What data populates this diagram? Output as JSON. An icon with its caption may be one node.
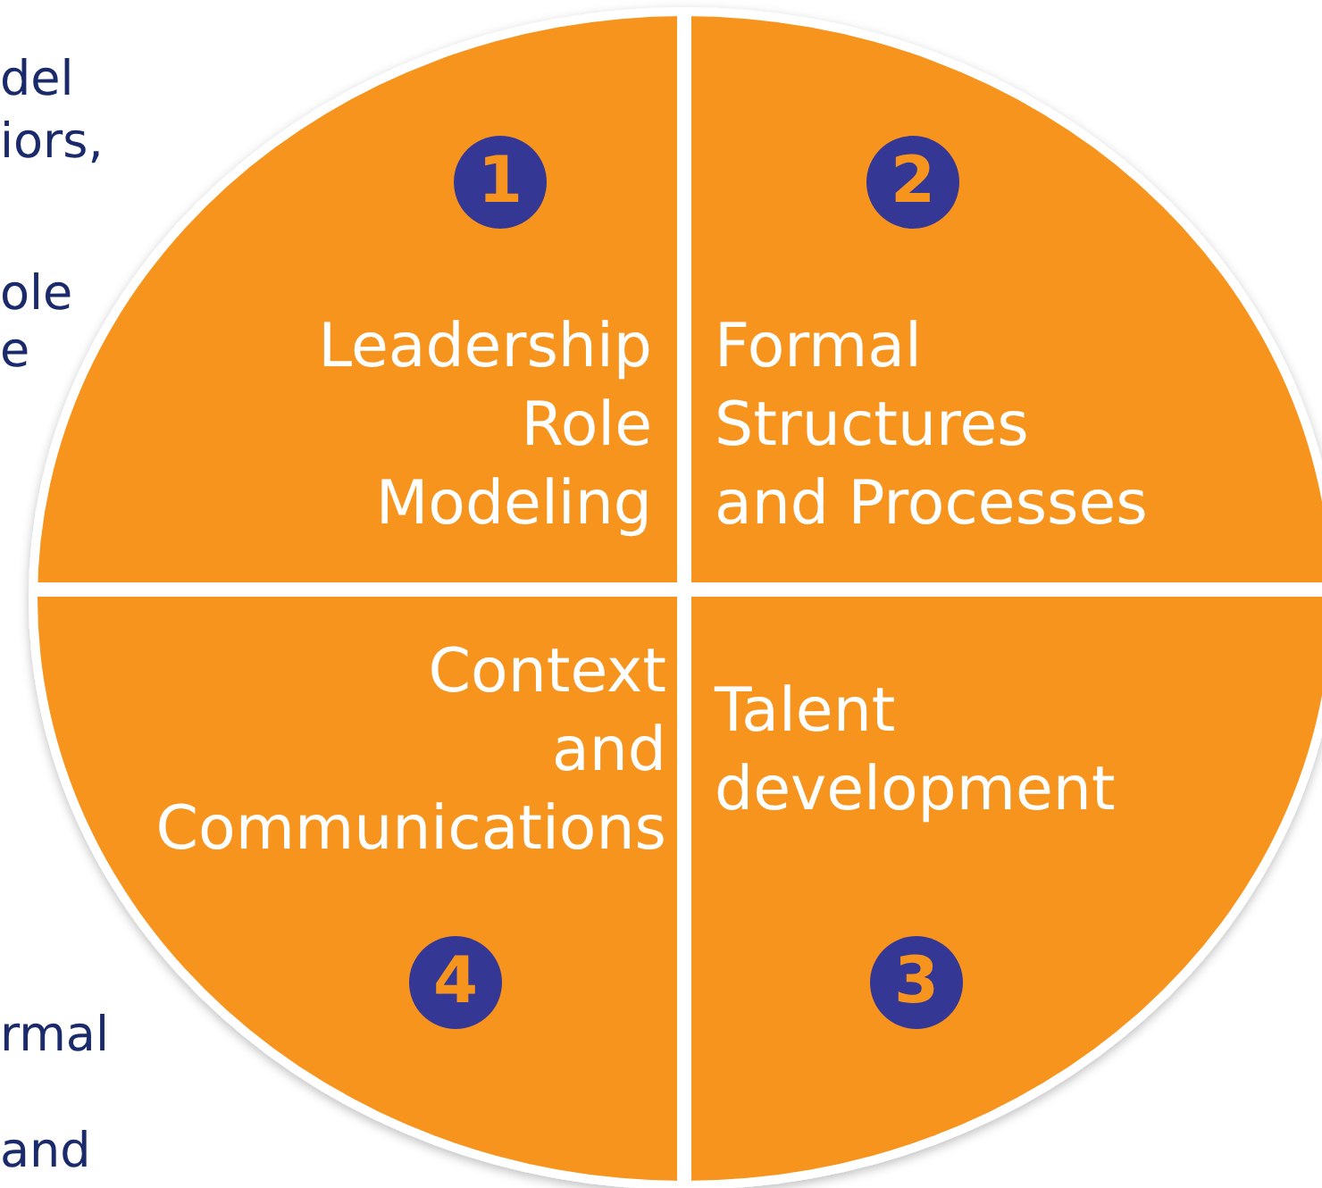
{
  "diagram": {
    "nodes": [
      {
        "text": [
          "1",
          "Leadership Role Modeling"
        ]
      },
      {
        "text": [
          "2",
          "Formal Structures and Processes"
        ]
      },
      {
        "text": [
          "Talent development",
          "3"
        ]
      },
      {
        "text": [
          "Context and Communications",
          "4"
        ]
      }
    ],
    "labels": [
      "del",
      "iors,",
      "ole",
      "e",
      "rmal",
      "and"
    ]
  }
}
